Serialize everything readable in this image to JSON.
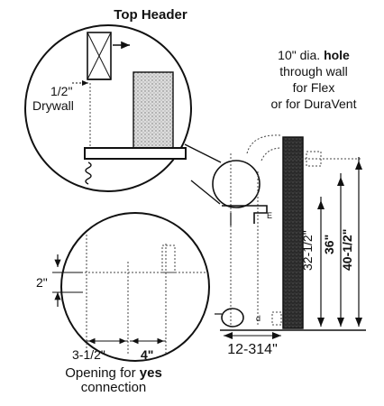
{
  "labels": {
    "top_header": "Top Header",
    "half_inch": "1/2\"",
    "drywall": "Drywall",
    "hole_l1_a": "10\" dia. ",
    "hole_l1_b": "hole",
    "hole_l2": "through wall",
    "hole_l3": "for Flex",
    "hole_l4": "or for DuraVent",
    "dim_two": "2\"",
    "dim_three_half": "3-1/2\"",
    "dim_four": "4\"",
    "opening_a": "Opening ",
    "opening_b": "for ",
    "opening_c": "yes",
    "opening_l2": "connection",
    "dim_width": "12-314\"",
    "dim_32": "32-1/2\"",
    "dim_36": "36\"",
    "dim_40": "40-1/2\"",
    "mark_e": "E",
    "mark_small": "d"
  }
}
